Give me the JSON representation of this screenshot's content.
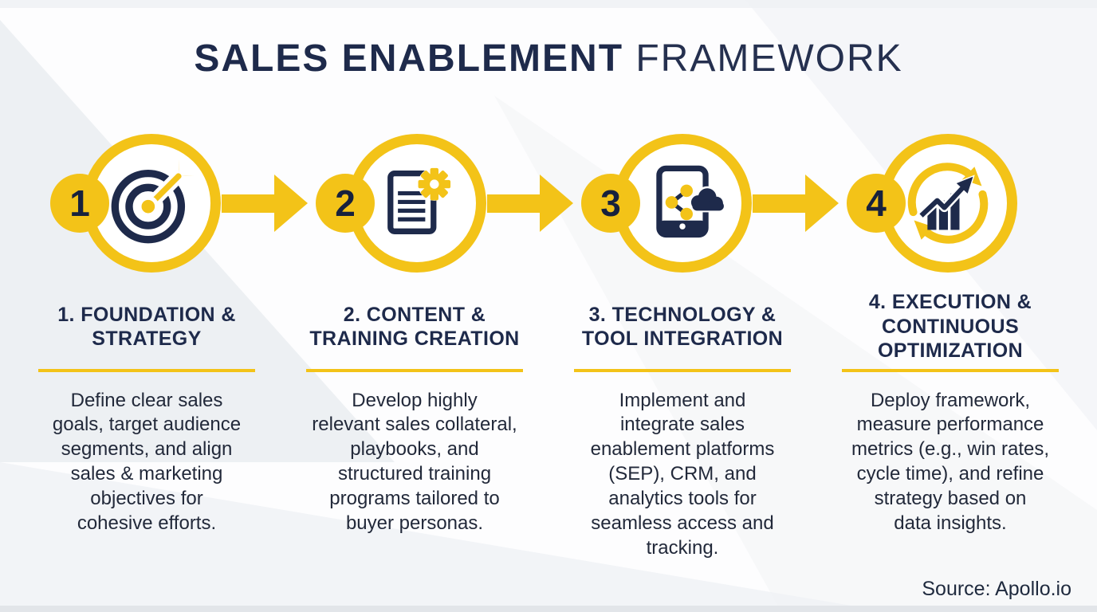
{
  "title": {
    "bold": "SALES ENABLEMENT",
    "light": " FRAMEWORK"
  },
  "colors": {
    "accent_yellow": "#F3C318",
    "navy": "#1E2A4B",
    "body_text": "#22293A",
    "background": "#FDFDFE",
    "background_shape": "#EAEDF1"
  },
  "steps": [
    {
      "number": "1",
      "icon": "target-icon",
      "title": "1. FOUNDATION &\nSTRATEGY",
      "description": "Define clear sales\ngoals, target audience\nsegments, and align\nsales & marketing\nobjectives for\ncohesive efforts."
    },
    {
      "number": "2",
      "icon": "document-gear-icon",
      "title": "2. CONTENT &\nTRAINING CREATION",
      "description": "Develop highly\nrelevant sales collateral,\nplaybooks, and\nstructured training\nprograms tailored to\nbuyer personas."
    },
    {
      "number": "3",
      "icon": "tablet-share-cloud-icon",
      "title": "3. TECHNOLOGY &\nTOOL INTEGRATION",
      "description": "Implement and\nintegrate sales\nenablement platforms\n(SEP), CRM, and\nanalytics tools for\nseamless access and\ntracking."
    },
    {
      "number": "4",
      "icon": "growth-cycle-icon",
      "title": "4. EXECUTION &\nCONTINUOUS\nOPTIMIZATION",
      "description": "Deploy framework,\nmeasure performance\nmetrics (e.g., win rates,\ncycle time), and refine\nstrategy based on\ndata insights."
    }
  ],
  "footer": {
    "source": "Source: Apollo.io"
  }
}
